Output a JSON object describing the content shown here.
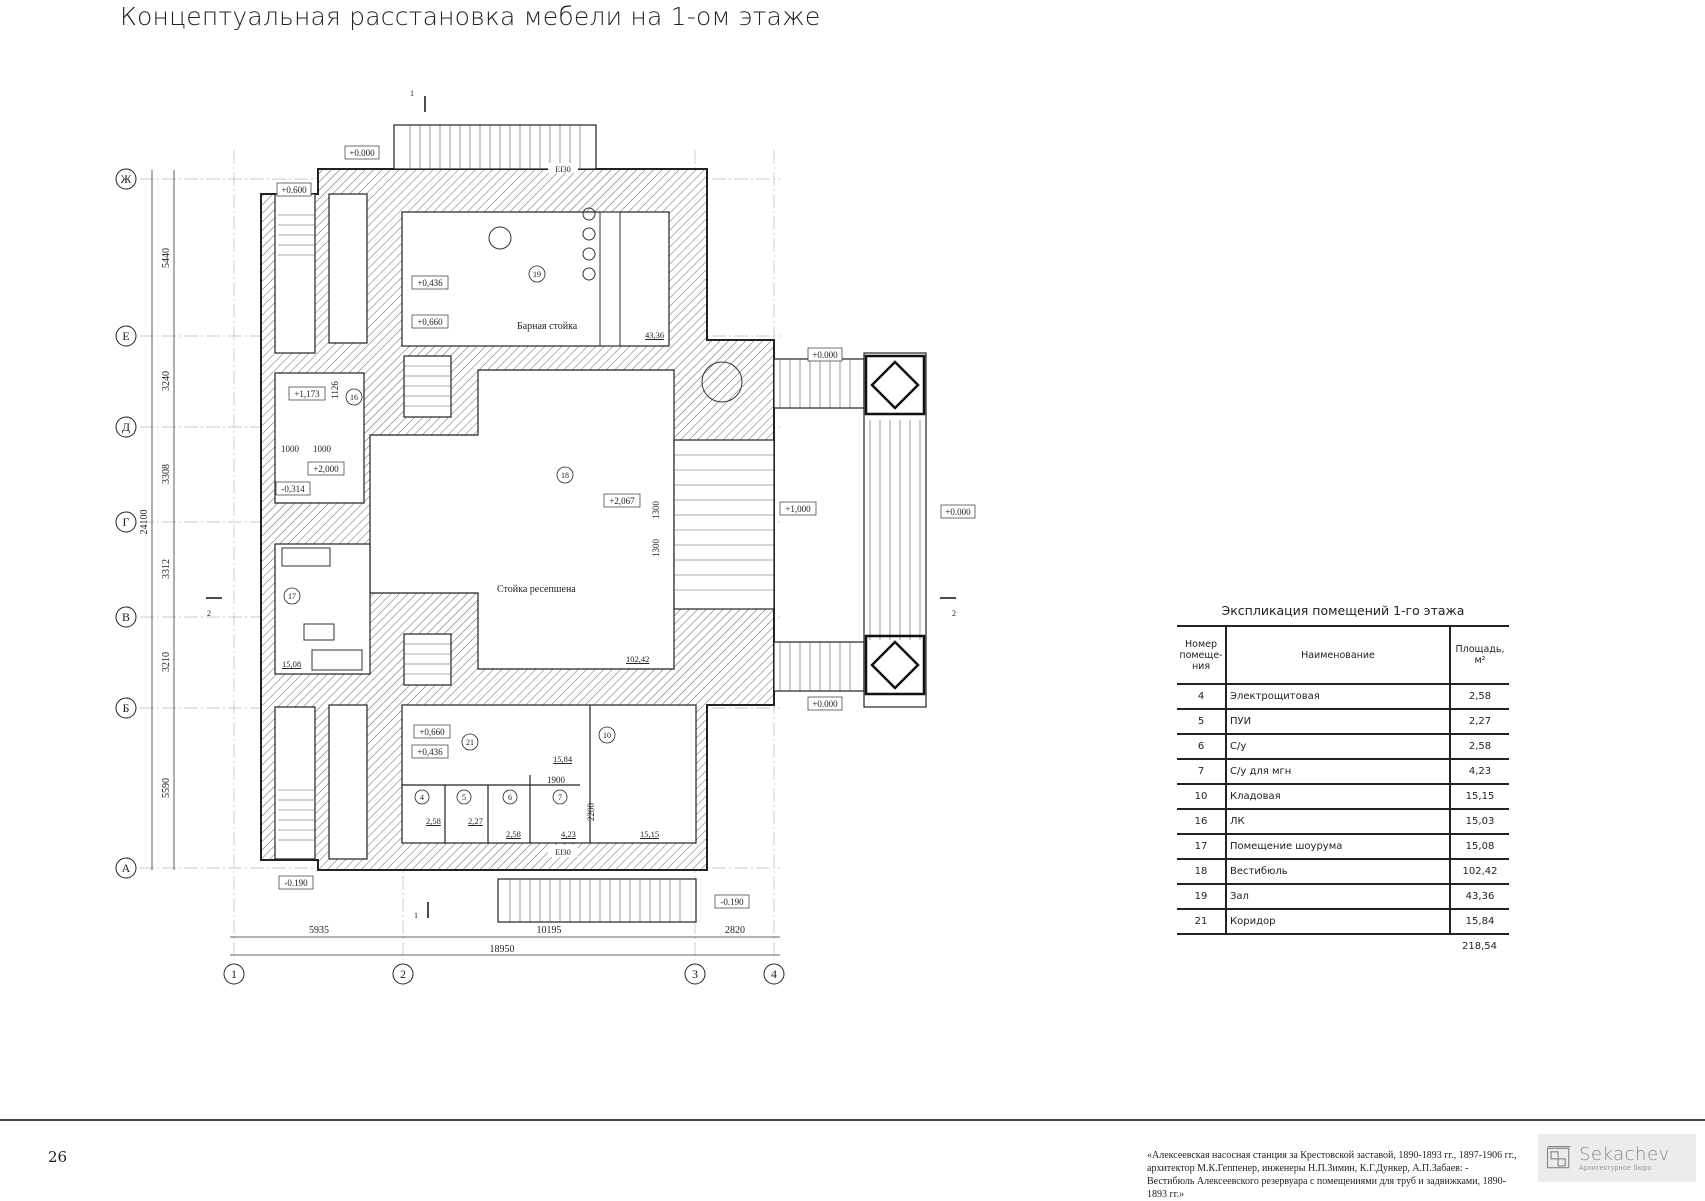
{
  "header": {
    "title": "Концептуальная расстановка мебели на 1-ом этаже"
  },
  "plan": {
    "axes_rows": [
      "Ж",
      "Е",
      "Д",
      "Г",
      "В",
      "Б",
      "А"
    ],
    "axes_cols": [
      "1",
      "2",
      "3",
      "4"
    ],
    "dims_left": [
      "5440",
      "3240",
      "3308",
      "3312",
      "3210",
      "5590",
      "24100"
    ],
    "dims_bottom": [
      "5935",
      "10195",
      "2820",
      "18950"
    ],
    "section_marks": [
      "1",
      "1",
      "2",
      "2"
    ],
    "rooms": [
      "19",
      "16",
      "18",
      "17",
      "21",
      "10",
      "4",
      "5",
      "6",
      "7"
    ],
    "areas": [
      "43,36",
      "15,08",
      "102,42",
      "15,84",
      "2,58",
      "2,27",
      "2,58",
      "4,23",
      "15,15"
    ],
    "elevations": [
      "+0.000",
      "+0.600",
      "+0,436",
      "+0,660",
      "+1,173",
      "+2,000",
      "-0,314",
      "+2,067",
      "+1,000",
      "+0.000",
      "+0.000",
      "+0.000",
      "+0,660",
      "+0,436",
      "-0.190",
      "-0.190"
    ],
    "inner_dims": [
      "1126",
      "1000",
      "1000",
      "1300",
      "1300",
      "1900",
      "2200"
    ],
    "door_marks": [
      "EI30",
      "EI30"
    ],
    "captions": [
      "Барная стойка",
      "Стойка ресепшена"
    ]
  },
  "explication": {
    "title": "Экспликация помещений 1-го этажа",
    "headers": [
      "Номер помеще-ния",
      "Наименование",
      "Площадь, м²"
    ],
    "rows": [
      {
        "num": "4",
        "name": "Электрощитовая",
        "area": "2,58"
      },
      {
        "num": "5",
        "name": "ПУИ",
        "area": "2,27"
      },
      {
        "num": "6",
        "name": "С/у",
        "area": "2,58"
      },
      {
        "num": "7",
        "name": "С/у для мгн",
        "area": "4,23"
      },
      {
        "num": "10",
        "name": "Кладовая",
        "area": "15,15"
      },
      {
        "num": "16",
        "name": "ЛК",
        "area": "15,03"
      },
      {
        "num": "17",
        "name": "Помещение шоурума",
        "area": "15,08"
      },
      {
        "num": "18",
        "name": "Вестибюль",
        "area": "102,42"
      },
      {
        "num": "19",
        "name": "Зал",
        "area": "43,36"
      },
      {
        "num": "21",
        "name": "Коридор",
        "area": "15,84"
      }
    ],
    "total": "218,54"
  },
  "footer": {
    "page_number": "26",
    "caption": "«Алексеевская насосная станция за Крестовской заставой, 1890-1893 гг., 1897-1906 гг., архитектор М.К.Геппенер, инженеры Н.П.Зимин, К.Г.Дункер, А.П.Забаев: - Вестибюль Алексеевского резервуара с помещениями для труб и задвижками, 1890-1893 гг.»",
    "logo_name": "Sekachev",
    "logo_sub": "Архитектурное бюро"
  }
}
